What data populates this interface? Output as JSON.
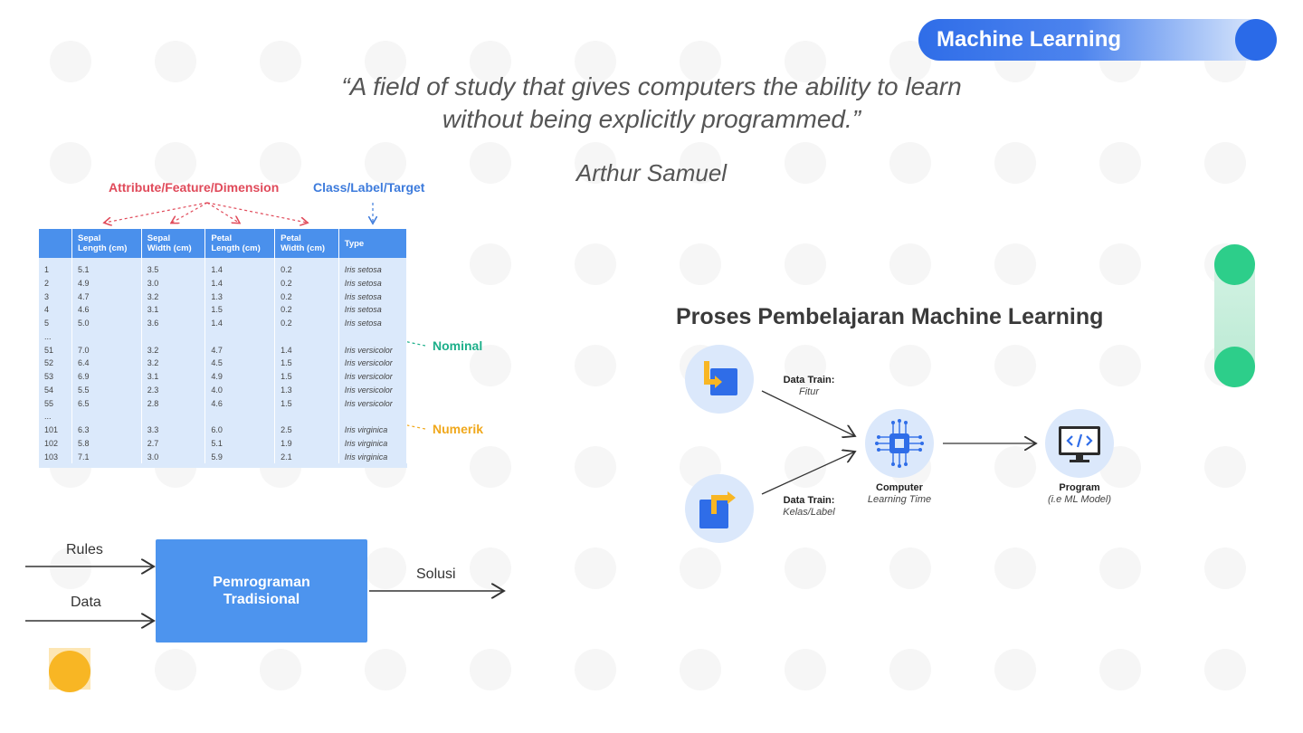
{
  "header": {
    "badge": "Machine Learning"
  },
  "quote": {
    "line1": "“A field of study that gives computers the ability to learn",
    "line2": "without being explicitly programmed.”",
    "author": "Arthur Samuel"
  },
  "dataset": {
    "attribute_label": "Attribute/Feature/Dimension",
    "class_label": "Class/Label/Target",
    "nominal_label": "Nominal",
    "numeric_label": "Numerik",
    "columns": [
      {
        "l1": "",
        "l2": ""
      },
      {
        "l1": "Sepal",
        "l2": "Length (cm)"
      },
      {
        "l1": "Sepal",
        "l2": "Width (cm)"
      },
      {
        "l1": "Petal",
        "l2": "Length (cm)"
      },
      {
        "l1": "Petal",
        "l2": "Width (cm)"
      },
      {
        "l1": "Type",
        "l2": ""
      }
    ],
    "rows": [
      [
        "1",
        "5.1",
        "3.5",
        "1.4",
        "0.2",
        "Iris setosa"
      ],
      [
        "2",
        "4.9",
        "3.0",
        "1.4",
        "0.2",
        "Iris setosa"
      ],
      [
        "3",
        "4.7",
        "3.2",
        "1.3",
        "0.2",
        "Iris setosa"
      ],
      [
        "4",
        "4.6",
        "3.1",
        "1.5",
        "0.2",
        "Iris setosa"
      ],
      [
        "5",
        "5.0",
        "3.6",
        "1.4",
        "0.2",
        "Iris setosa"
      ],
      [
        "...",
        "",
        "",
        "",
        "",
        ""
      ],
      [
        "51",
        "7.0",
        "3.2",
        "4.7",
        "1.4",
        "Iris versicolor"
      ],
      [
        "52",
        "6.4",
        "3.2",
        "4.5",
        "1.5",
        "Iris versicolor"
      ],
      [
        "53",
        "6.9",
        "3.1",
        "4.9",
        "1.5",
        "Iris versicolor"
      ],
      [
        "54",
        "5.5",
        "2.3",
        "4.0",
        "1.3",
        "Iris versicolor"
      ],
      [
        "55",
        "6.5",
        "2.8",
        "4.6",
        "1.5",
        "Iris versicolor"
      ],
      [
        "...",
        "",
        "",
        "",
        "",
        ""
      ],
      [
        "101",
        "6.3",
        "3.3",
        "6.0",
        "2.5",
        "Iris virginica"
      ],
      [
        "102",
        "5.8",
        "2.7",
        "5.1",
        "1.9",
        "Iris virginica"
      ],
      [
        "103",
        "7.1",
        "3.0",
        "5.9",
        "2.1",
        "Iris virginica"
      ]
    ]
  },
  "traditional": {
    "box": "Pemrograman Tradisional",
    "rules": "Rules",
    "data": "Data",
    "solution": "Solusi"
  },
  "ml_process": {
    "title": "Proses Pembelajaran Machine Learning",
    "train_features_title": "Data Train:",
    "train_features_sub": "Fitur",
    "train_labels_title": "Data Train:",
    "train_labels_sub": "Kelas/Label",
    "computer_title": "Computer",
    "computer_sub": "Learning Time",
    "program_title": "Program",
    "program_sub": "(i.e ML Model)"
  },
  "colors": {
    "accent_blue": "#4d94ee",
    "nominal_green": "#1daf8a",
    "numeric_orange": "#f0a81c",
    "attribute_red": "#e04a5a",
    "class_blue": "#3d7bdc"
  }
}
